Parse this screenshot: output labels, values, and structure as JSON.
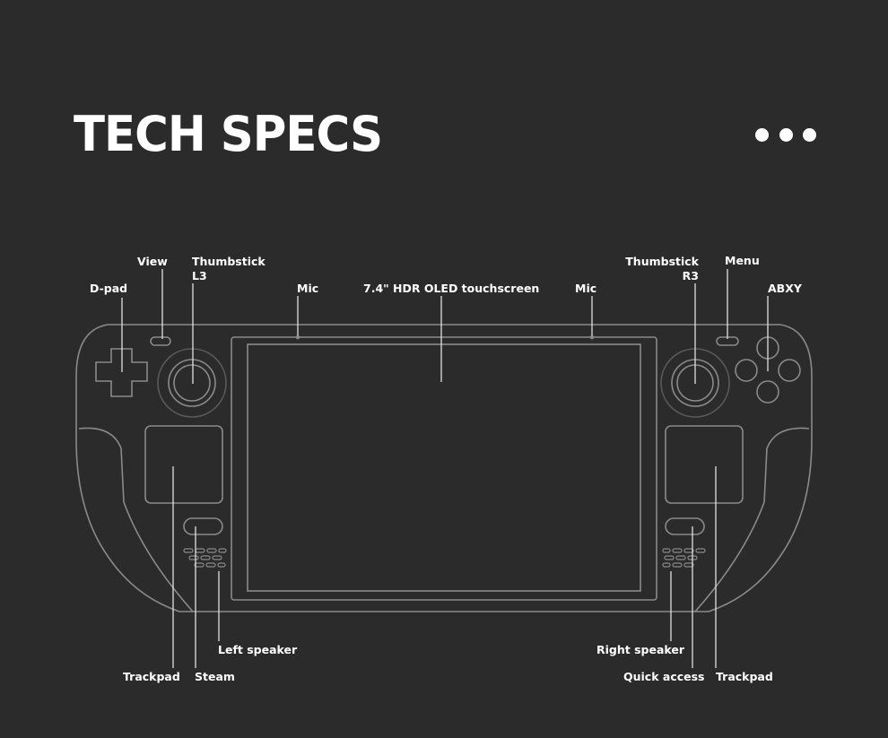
{
  "header": {
    "title": "TECH SPECS",
    "more_icon": "three-dots-icon"
  },
  "diagram": {
    "labels": {
      "dpad": "D-pad",
      "view": "View",
      "thumbstick_left": "Thumbstick",
      "thumbstick_left_sub": "L3",
      "mic_left": "Mic",
      "screen": "7.4\" HDR OLED touchscreen",
      "mic_right": "Mic",
      "thumbstick_right": "Thumbstick",
      "thumbstick_right_sub": "R3",
      "menu": "Menu",
      "abxy": "ABXY",
      "left_speaker": "Left speaker",
      "trackpad_left": "Trackpad",
      "steam": "Steam",
      "right_speaker": "Right speaker",
      "quick_access": "Quick access",
      "trackpad_right": "Trackpad"
    }
  },
  "colors": {
    "background": "#2b2b2b",
    "outline": "#8a8a8a",
    "text": "#ffffff"
  }
}
